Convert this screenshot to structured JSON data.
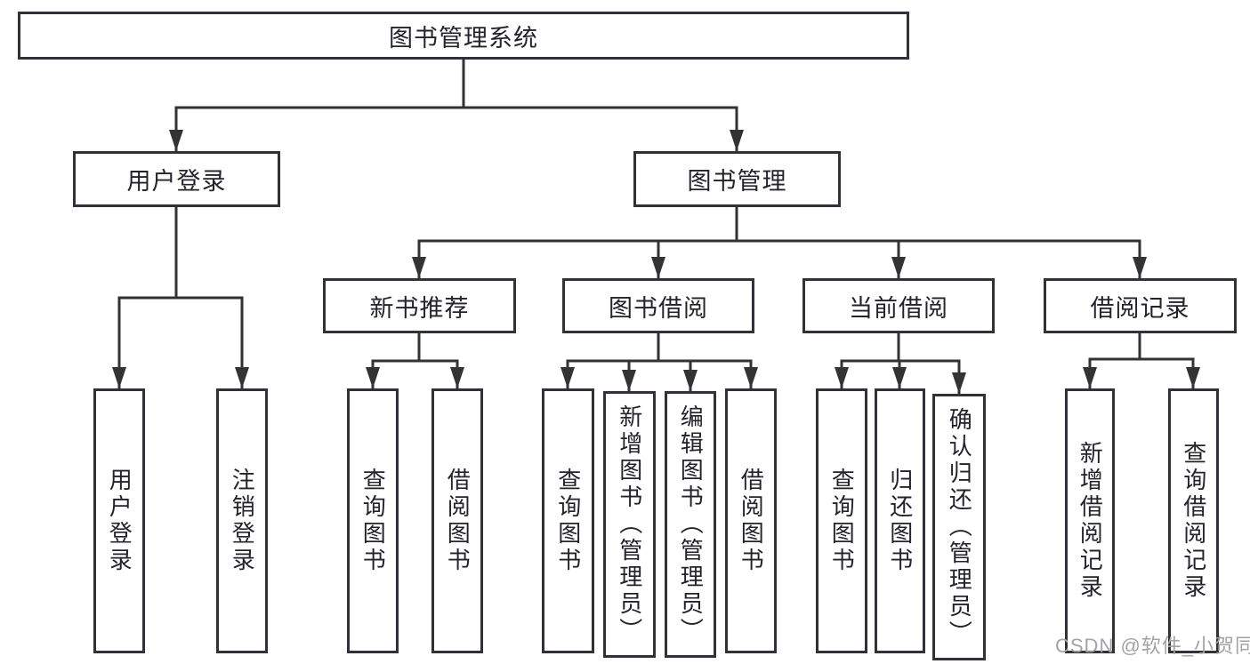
{
  "diagram": {
    "title": "图书管理系统",
    "watermark": "CSDN @软件_小贺同学",
    "colors": {
      "line": "#333333",
      "border": "#31313a",
      "text": "#23232b",
      "watermark": "#a3a3a3",
      "background": "#ffffff"
    },
    "nodes": {
      "root": {
        "label": "图书管理系统"
      },
      "user_login": {
        "label": "用户登录"
      },
      "book_mgmt": {
        "label": "图书管理"
      },
      "new_book_rec": {
        "label": "新书推荐"
      },
      "book_borrow": {
        "label": "图书借阅"
      },
      "current_borrow": {
        "label": "当前借阅"
      },
      "borrow_record": {
        "label": "借阅记录"
      },
      "v_user_login": {
        "label": "用户登录"
      },
      "v_logout": {
        "label": "注销登录"
      },
      "v_query_book_1": {
        "label": "查询图书"
      },
      "v_borrow_book_1": {
        "label": "借阅图书"
      },
      "v_query_book_2": {
        "label": "查询图书"
      },
      "v_add_book": {
        "label": "新增图书（管理员）"
      },
      "v_edit_book": {
        "label": "编辑图书（管理员）"
      },
      "v_borrow_book_2": {
        "label": "借阅图书"
      },
      "v_query_book_3": {
        "label": "查询图书"
      },
      "v_return_book": {
        "label": "归还图书"
      },
      "v_confirm_return": {
        "label": "确认归还（管理员）"
      },
      "v_add_record": {
        "label": "新增借阅记录"
      },
      "v_query_record": {
        "label": "查询借阅记录"
      }
    },
    "hierarchy": {
      "root_children": [
        "用户登录",
        "图书管理"
      ],
      "user_login_children": [
        "用户登录",
        "注销登录"
      ],
      "book_mgmt_children": [
        "新书推荐",
        "图书借阅",
        "当前借阅",
        "借阅记录"
      ],
      "new_book_rec_children": [
        "查询图书",
        "借阅图书"
      ],
      "book_borrow_children": [
        "查询图书",
        "新增图书（管理员）",
        "编辑图书（管理员）",
        "借阅图书"
      ],
      "current_borrow_children": [
        "查询图书",
        "归还图书",
        "确认归还（管理员）"
      ],
      "borrow_record_children": [
        "新增借阅记录",
        "查询借阅记录"
      ]
    }
  }
}
